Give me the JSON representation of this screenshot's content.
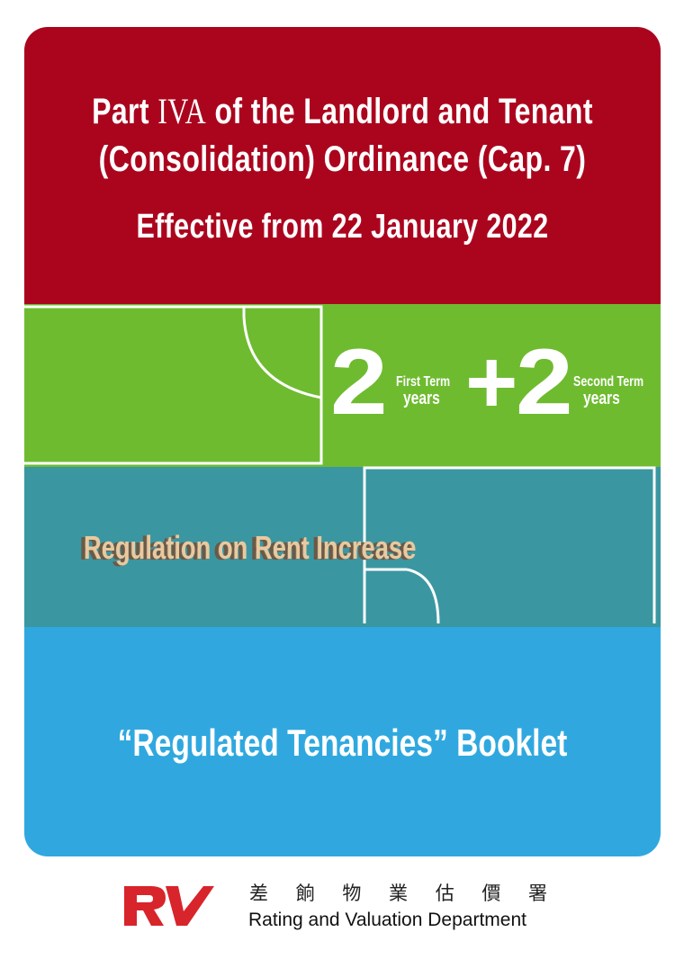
{
  "header": {
    "title_part": "Part",
    "title_numeral": "IVA",
    "title_rest": "of the Landlord and Tenant",
    "title_line2": "(Consolidation) Ordinance (Cap. 7)",
    "effective": "Effective from 22 January 2022"
  },
  "terms": {
    "first_number": "2",
    "first_label_top": "First Term",
    "first_label_bottom": "years",
    "plus": "+",
    "second_number": "2",
    "second_label_top": "Second Term",
    "second_label_bottom": "years"
  },
  "rent_heading": "Regulation on Rent Increase",
  "booklet_title": "“Regulated Tenancies” Booklet",
  "footer": {
    "dept_name_chinese": "差 餉 物 業 估 價 署",
    "dept_name_english": "Rating and Valuation Department",
    "logo_letters": "RV"
  },
  "colors": {
    "red": "#ab051e",
    "green": "#6ebb30",
    "teal": "#3a97a1",
    "blue": "#30a8df",
    "logo_red": "#d8242b"
  }
}
